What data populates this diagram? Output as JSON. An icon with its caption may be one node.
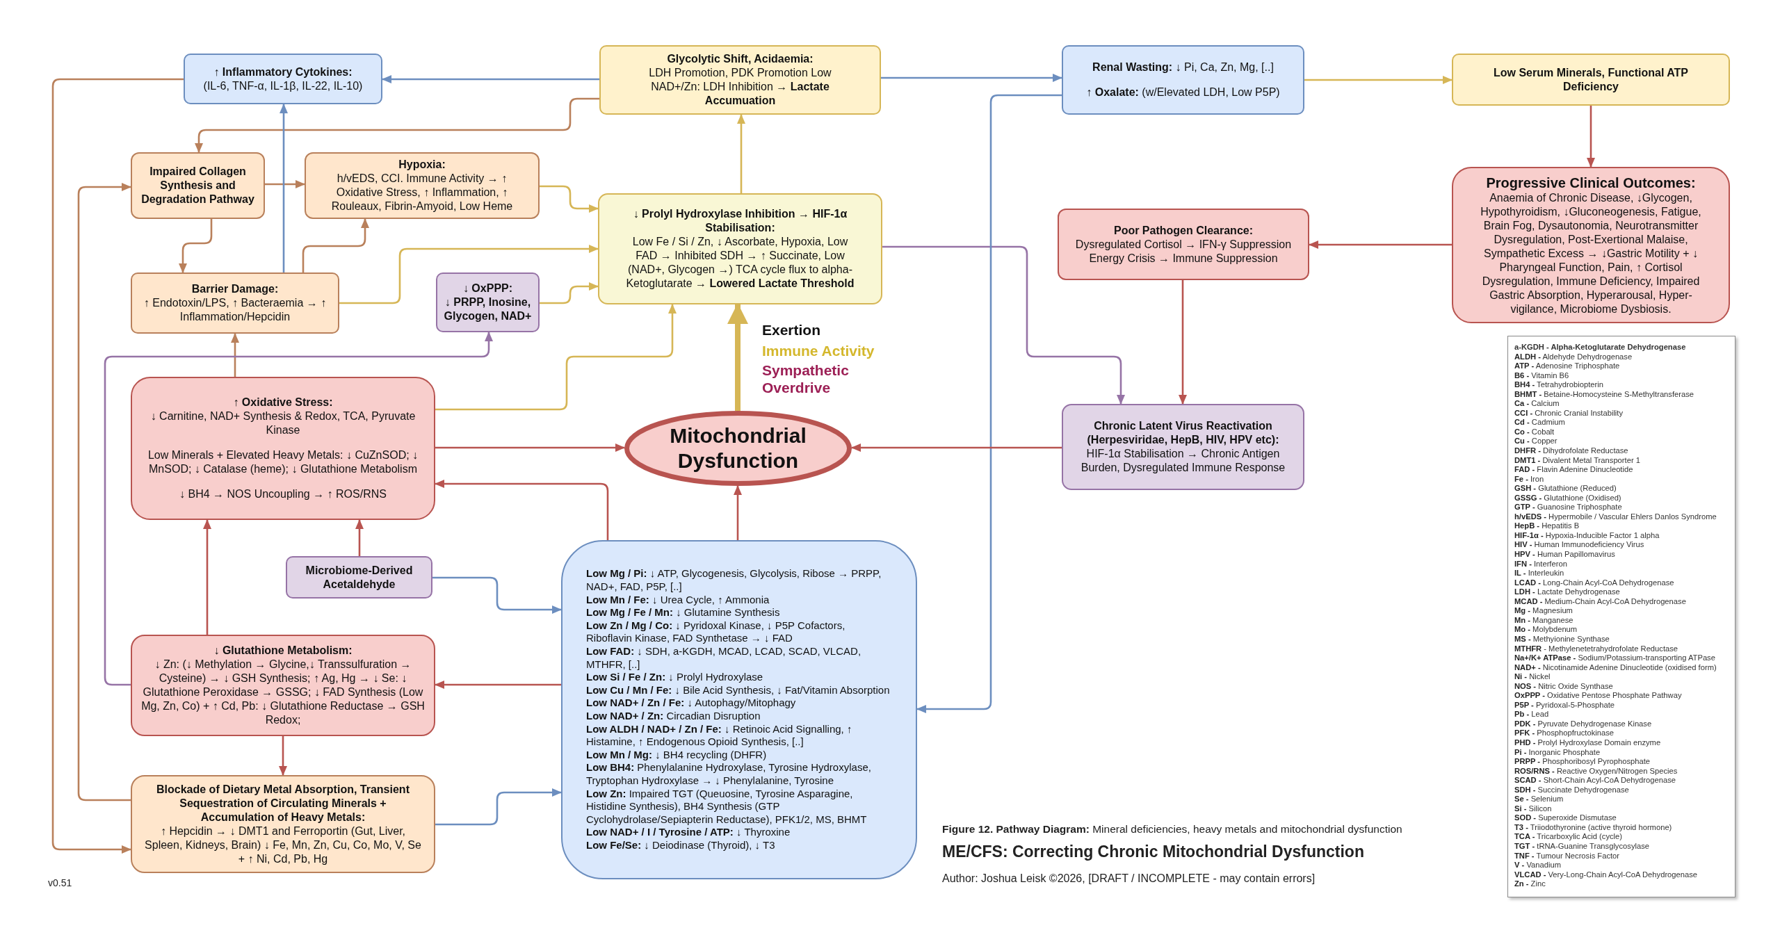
{
  "diagram": {
    "title": "ME/CFS: Correcting Chronic Mitochondrial Dysfunction",
    "caption": "**Figure 12. Pathway Diagram:** Mineral deficiencies, heavy metals and mitochondrial dysfunction",
    "nodes": [
      {
        "text": [
          "↑ Inflammatory Cytokines:",
          "(IL-6, TNF-α, IL-1β, IL-22, IL-10)"
        ]
      },
      {
        "text": [
          "Glycolytic Shift, Acidaemia:",
          "LDH Promotion, PDK Promotion Low NAD+/Zn: LDH Inhibition → **Lactate Accumuation**"
        ]
      },
      {
        "text": [
          "**Renal Wasting:** ↓ Pi, Ca, Zn, Mg, [..]",
          "**↑ Oxalate:** (w/Elevated LDH, Low P5P)"
        ]
      },
      {
        "text": [
          "Low Serum Minerals, Functional ATP Deficiency"
        ]
      },
      {
        "text": [
          "Impaired Collagen Synthesis and Degradation Pathway"
        ]
      },
      {
        "text": [
          "Hypoxia:",
          "h/vEDS, CCI. Immune Activity → ↑ Oxidative Stress, ↑ Inflammation, ↑ Rouleaux, Fibrin-Amyoid, Low Heme"
        ]
      },
      {
        "text": [
          "↓ Prolyl Hydroxylase Inhibition → HIF-1α Stabilisation:",
          "Low Fe / Si / Zn, ↓ Ascorbate, Hypoxia, Low FAD → Inhibited SDH → ↑ Succinate, Low (NAD+, Glycogen →) TCA cycle flux to alpha-Ketoglutarate → **Lowered Lactate Threshold**"
        ]
      },
      {
        "text": [
          "Progressive Clinical Outcomes:",
          "Anaemia of Chronic Disease, ↓Glycogen, Hypothyroidism, ↓Gluconeogenesis, Fatigue, Brain Fog, Dysautonomia, Neurotransmitter Dysregulation, Post-Exertional Malaise, Sympathetic Excess → ↓Gastric Motility + ↓ Pharyngeal Function, Pain, ↑ Cortisol Dysregulation, Immune Deficiency, Impaired Gastric Absorption, Hyperarousal, Hyper-vigilance, Microbiome Dysbiosis."
        ]
      },
      {
        "text": [
          "Poor Pathogen Clearance:",
          "Dysregulated Cortisol → IFN-γ Suppression Energy Crisis → Immune Suppression"
        ]
      },
      {
        "text": [
          "Barrier Damage:",
          "↑ Endotoxin/LPS, ↑ Bacteraemia → ↑ Inflammation/Hepcidin"
        ]
      },
      {
        "text": [
          "↓ OxPPP:",
          "↓ PRPP, Inosine, Glycogen, NAD+"
        ]
      },
      {
        "text": [
          "↑ Oxidative Stress:",
          "↓ Carnitine, NAD+ Synthesis & Redox, TCA, Pyruvate Kinase",
          "Low Minerals + Elevated Heavy Metals: ↓ CuZnSOD; ↓ MnSOD; ↓ Catalase (heme); ↓ Glutathione Metabolism",
          "↓ BH4 → NOS Uncoupling → ↑ ROS/RNS"
        ]
      },
      {
        "text": [
          "Mitochondrial Dysfunction"
        ]
      },
      {
        "text": [
          "Chronic Latent Virus Reactivation (Herpesviridae, HepB, HIV, HPV etc):",
          "HIF-1α Stabilisation → Chronic Antigen Burden, Dysregulated Immune Response"
        ]
      },
      {
        "text": [
          "Microbiome-Derived Acetaldehyde"
        ]
      },
      {
        "text": [
          "↓ Glutathione Metabolism:",
          "↓ Zn: (↓ Methylation → Glycine,↓ Transsulfuration → Cysteine) → ↓ GSH Synthesis; ↑ Ag, Hg → ↓ Se: ↓ Glutathione Peroxidase → GSSG; ↓ FAD Synthesis (Low Mg, Zn, Co) + ↑ Cd, Pb: ↓ Glutathione Reductase → GSH Redox;"
        ]
      },
      {
        "text": [
          "**Low Mg / Pi:** ↓ ATP, Glycogenesis, Glycolysis, Ribose → PRPP, NAD+, FAD, P5P, [..]",
          "**Low Mn / Fe:** ↓ Urea Cycle, ↑ Ammonia",
          "**Low Mg / Fe / Mn:** ↓ Glutamine Synthesis",
          "**Low Zn / Mg / Co:** ↓ Pyridoxal Kinase, ↓ P5P Cofactors, Riboflavin Kinase, FAD Synthetase → ↓ FAD",
          "**Low FAD:** ↓ SDH, a-KGDH, MCAD, LCAD, SCAD, VLCAD, MTHFR, [..]",
          "**Low Si / Fe / Zn:** ↓ Prolyl Hydroxylase",
          "**Low Cu / Mn / Fe:** ↓ Bile Acid Synthesis, ↓ Fat/Vitamin Absorption",
          "**Low NAD+ / Zn / Fe:** ↓ Autophagy/Mitophagy",
          "**Low NAD+ / Zn:** Circadian Disruption",
          "**Low ALDH / NAD+ / Zn / Fe:** ↓ Retinoic Acid Signalling, ↑ Histamine, ↑ Endogenous Opioid Synthesis, [..]",
          "**Low Mn / Mg:** ↓ BH4 recycling (DHFR)",
          "**Low BH4:** Phenylalanine Hydroxylase, Tyrosine Hydroxylase, Tryptophan Hydroxylase → ↓ Phenylalanine, Tyrosine",
          "**Low Zn:** Impaired TGT (Queuosine, Tyrosine Asparagine, Histidine Synthesis), BH4 Synthesis (GTP Cyclohydrolase/Sepiapterin Reductase), PFK1/2, MS, BHMT",
          "**Low NAD+ / I / Tyrosine / ATP:** ↓ Thyroxine",
          "**Low Fe/Se:** ↓ Deiodinase (Thyroid), ↓ T3"
        ]
      },
      {
        "text": [
          "Blockade of Dietary Metal Absorption, Transient Sequestration of Circulating Minerals + Accumulation of Heavy Metals:",
          "↑ Hepcidin → ↓ DMT1 and Ferroportin (Gut, Liver, Spleen, Kidneys, Brain) ↓ Fe, Mn, Zn, Cu, Co, Mo, V, Se + ↑ Ni, Cd, Pb, Hg"
        ]
      }
    ],
    "edges": [
      {
        "from": 1,
        "to": 0,
        "arrow": "to",
        "color": "#6c8ebf"
      },
      {
        "from": 0,
        "to": 17,
        "arrow": "to",
        "color": "#b9805b"
      },
      {
        "from": 1,
        "to": 4,
        "arrow": "to",
        "color": "#b9805b"
      },
      {
        "from": 4,
        "to": 5,
        "arrow": "to",
        "color": "#b9805b"
      },
      {
        "from": 4,
        "to": 9,
        "arrow": "to",
        "color": "#b9805b"
      },
      {
        "from": 9,
        "to": 0,
        "arrow": "to",
        "color": "#6c8ebf"
      },
      {
        "from": 9,
        "to": 5,
        "arrow": "to",
        "color": "#b9805b"
      },
      {
        "from": 5,
        "to": 6,
        "arrow": "to",
        "color": "#d6b656"
      },
      {
        "from": 9,
        "to": 6,
        "arrow": "to",
        "color": "#d6b656"
      },
      {
        "from": 10,
        "to": 6,
        "arrow": "to",
        "color": "#d6b656"
      },
      {
        "from": 6,
        "to": 1,
        "arrow": "to",
        "color": "#d6b656"
      },
      {
        "from": 11,
        "to": 9,
        "arrow": "to",
        "color": "#b9805b"
      },
      {
        "from": 11,
        "to": 6,
        "arrow": "to",
        "color": "#d6b656"
      },
      {
        "from": 15,
        "to": 10,
        "arrow": "to",
        "color": "#9673a6"
      },
      {
        "from": 12,
        "to": 6,
        "arrow": "to",
        "style": "thick",
        "color": "#d6b656"
      },
      {
        "from": 6,
        "to": 13,
        "arrow": "to",
        "color": "#9673a6"
      },
      {
        "from": 1,
        "to": 2,
        "arrow": "to",
        "color": "#6c8ebf"
      },
      {
        "from": 2,
        "to": 16,
        "arrow": "to",
        "color": "#6c8ebf"
      },
      {
        "from": 2,
        "to": 3,
        "arrow": "to",
        "color": "#d6b656"
      },
      {
        "from": 3,
        "to": 7,
        "arrow": "to"
      },
      {
        "from": 7,
        "to": 8,
        "arrow": "to"
      },
      {
        "from": 8,
        "to": 13,
        "arrow": "to"
      },
      {
        "from": 13,
        "to": 12,
        "arrow": "to"
      },
      {
        "from": 11,
        "to": 12,
        "arrow": "to"
      },
      {
        "from": 16,
        "to": 11,
        "arrow": "to"
      },
      {
        "from": 16,
        "to": 12,
        "arrow": "to"
      },
      {
        "from": 14,
        "to": 11,
        "arrow": "to"
      },
      {
        "from": 14,
        "to": 16,
        "arrow": "to",
        "color": "#6c8ebf"
      },
      {
        "from": 15,
        "to": 11,
        "arrow": "to"
      },
      {
        "from": 16,
        "to": 15,
        "arrow": "to"
      },
      {
        "from": 15,
        "to": 17,
        "arrow": "to"
      },
      {
        "from": 17,
        "to": 16,
        "arrow": "to",
        "color": "#6c8ebf"
      },
      {
        "from": 17,
        "to": 4,
        "arrow": "to",
        "color": "#b9805b"
      }
    ],
    "labels": [
      "Exertion",
      "Immune Activity",
      "Sympathetic Overdrive",
      "Author: Joshua Leisk ©2026, [DRAFT / INCOMPLETE - may contain errors]",
      "v0.51",
      "a-KGDH - Alpha-Ketoglutarate Dehydrogenase",
      "**ALDH -** Aldehyde Dehydrogenase",
      "**ATP -** Adenosine Triphosphate",
      "**B6 -** Vitamin B6",
      "**BH4 -** Tetrahydrobiopterin",
      "**BHMT -** Betaine-Homocysteine S-Methyltransferase",
      "**Ca -** Calcium",
      "**CCI -** Chronic Cranial Instability",
      "**Cd -** Cadmium",
      "**Co -** Cobalt",
      "**Cu -** Copper",
      "**DHFR -** Dihydrofolate Reductase",
      "**DMT1 -** Divalent Metal Transporter 1",
      "**FAD -** Flavin Adenine Dinucleotide",
      "**Fe -** Iron",
      "**GSH -** Glutathione (Reduced)",
      "**GSSG -** Glutathione (Oxidised)",
      "**GTP -** Guanosine Triphosphate",
      "**h/vEDS -** Hypermobile / Vascular Ehlers Danlos Syndrome",
      "**HepB -** Hepatitis B",
      "**HIF-1α -** Hypoxia-Inducible Factor 1 alpha",
      "**HIV -** Human Immunodeficiency Virus",
      "**HPV -** Human Papillomavirus",
      "**IFN -** Interferon",
      "**IL -** Interleukin",
      "**LCAD -** Long-Chain Acyl-CoA Dehydrogenase",
      "**LDH -** Lactate Dehydrogenase",
      "**MCAD -** Medium-Chain Acyl-CoA Dehydrogenase",
      "**Mg -** Magnesium",
      "**Mn -** Manganese",
      "**Mo -** Molybdenum",
      "**MS -** Methyionine Synthase",
      "**MTHFR** - Methylenetetrahydrofolate Reductase",
      "**Na+/K+ ATPase -** Sodium/Potassium-transporting ATPase",
      "**NAD+ -** Nicotinamide Adenine Dinucleotide (oxidised form)",
      "**Ni -** Nickel",
      "**NOS -** Nitric Oxide Synthase",
      "**OxPPP -** Oxidative Pentose Phosphate Pathway",
      "**P5P -** Pyridoxal-5-Phosphate",
      "**Pb -** Lead",
      "**PDK -** Pyruvate Dehydrogenase Kinase",
      "**PFK -** Phosphopfructokinase",
      "**PHD -** Prolyl Hydroxylase Domain enzyme",
      "**Pi -** Inorganic Phosphate",
      "**PRPP -** Phosphoribosyl Pyrophosphate",
      "**ROS/RNS -** Reactive Oxygen/Nitrogen Species",
      "**SCAD -** Short-Chain Acyl-CoA Dehydrogenase",
      "**SDH -** Succinate Dehydrogenase",
      "**Se -** Selenium",
      "**Si -** Silicon",
      "**SOD -** Superoxide Dismutase",
      "**T3 -** Triiodothyronine (active thyroid hormone)",
      "**TCA -** Tricarboxylic Acid (cycle)",
      "**TGT -** tRNA-Guanine Transglycosylase",
      "**TNF -** Tumour Necrosis Factor",
      "**V -** Vanadium",
      "**VLCAD -** Very-Long-Chain Acyl-CoA Dehydrogenase",
      "**Zn -** Zinc"
    ]
  }
}
